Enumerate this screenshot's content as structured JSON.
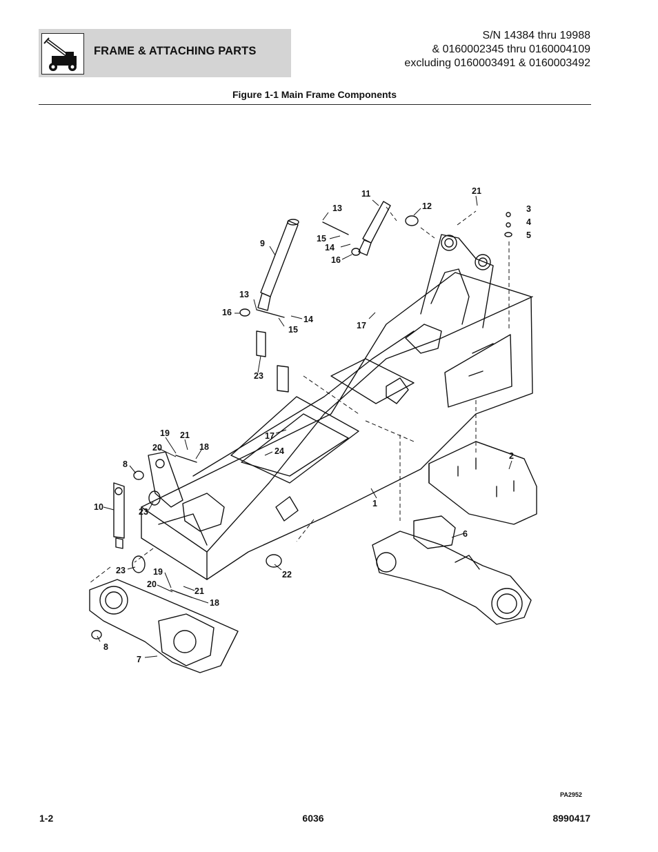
{
  "header": {
    "section_title": "FRAME & ATTACHING PARTS",
    "serial_lines": [
      "S/N 14384 thru 19988",
      "& 0160002345 thru 0160004109",
      "excluding 0160003491 & 0160003492"
    ],
    "logo_icon": "telehandler-icon"
  },
  "figure": {
    "title": "Figure 1-1 Main Frame Components",
    "code": "PA2952",
    "callouts": [
      {
        "label": "1"
      },
      {
        "label": "2"
      },
      {
        "label": "3"
      },
      {
        "label": "4"
      },
      {
        "label": "5"
      },
      {
        "label": "6"
      },
      {
        "label": "7"
      },
      {
        "label": "8"
      },
      {
        "label": "8"
      },
      {
        "label": "9"
      },
      {
        "label": "10"
      },
      {
        "label": "11"
      },
      {
        "label": "12"
      },
      {
        "label": "13"
      },
      {
        "label": "13"
      },
      {
        "label": "14"
      },
      {
        "label": "14"
      },
      {
        "label": "15"
      },
      {
        "label": "15"
      },
      {
        "label": "16"
      },
      {
        "label": "16"
      },
      {
        "label": "17"
      },
      {
        "label": "17"
      },
      {
        "label": "18"
      },
      {
        "label": "18"
      },
      {
        "label": "19"
      },
      {
        "label": "19"
      },
      {
        "label": "20"
      },
      {
        "label": "20"
      },
      {
        "label": "21"
      },
      {
        "label": "21"
      },
      {
        "label": "21"
      },
      {
        "label": "22"
      },
      {
        "label": "23"
      },
      {
        "label": "23"
      },
      {
        "label": "23"
      },
      {
        "label": "24"
      }
    ]
  },
  "footer": {
    "page": "1-2",
    "model": "6036",
    "doc_number": "8990417"
  }
}
